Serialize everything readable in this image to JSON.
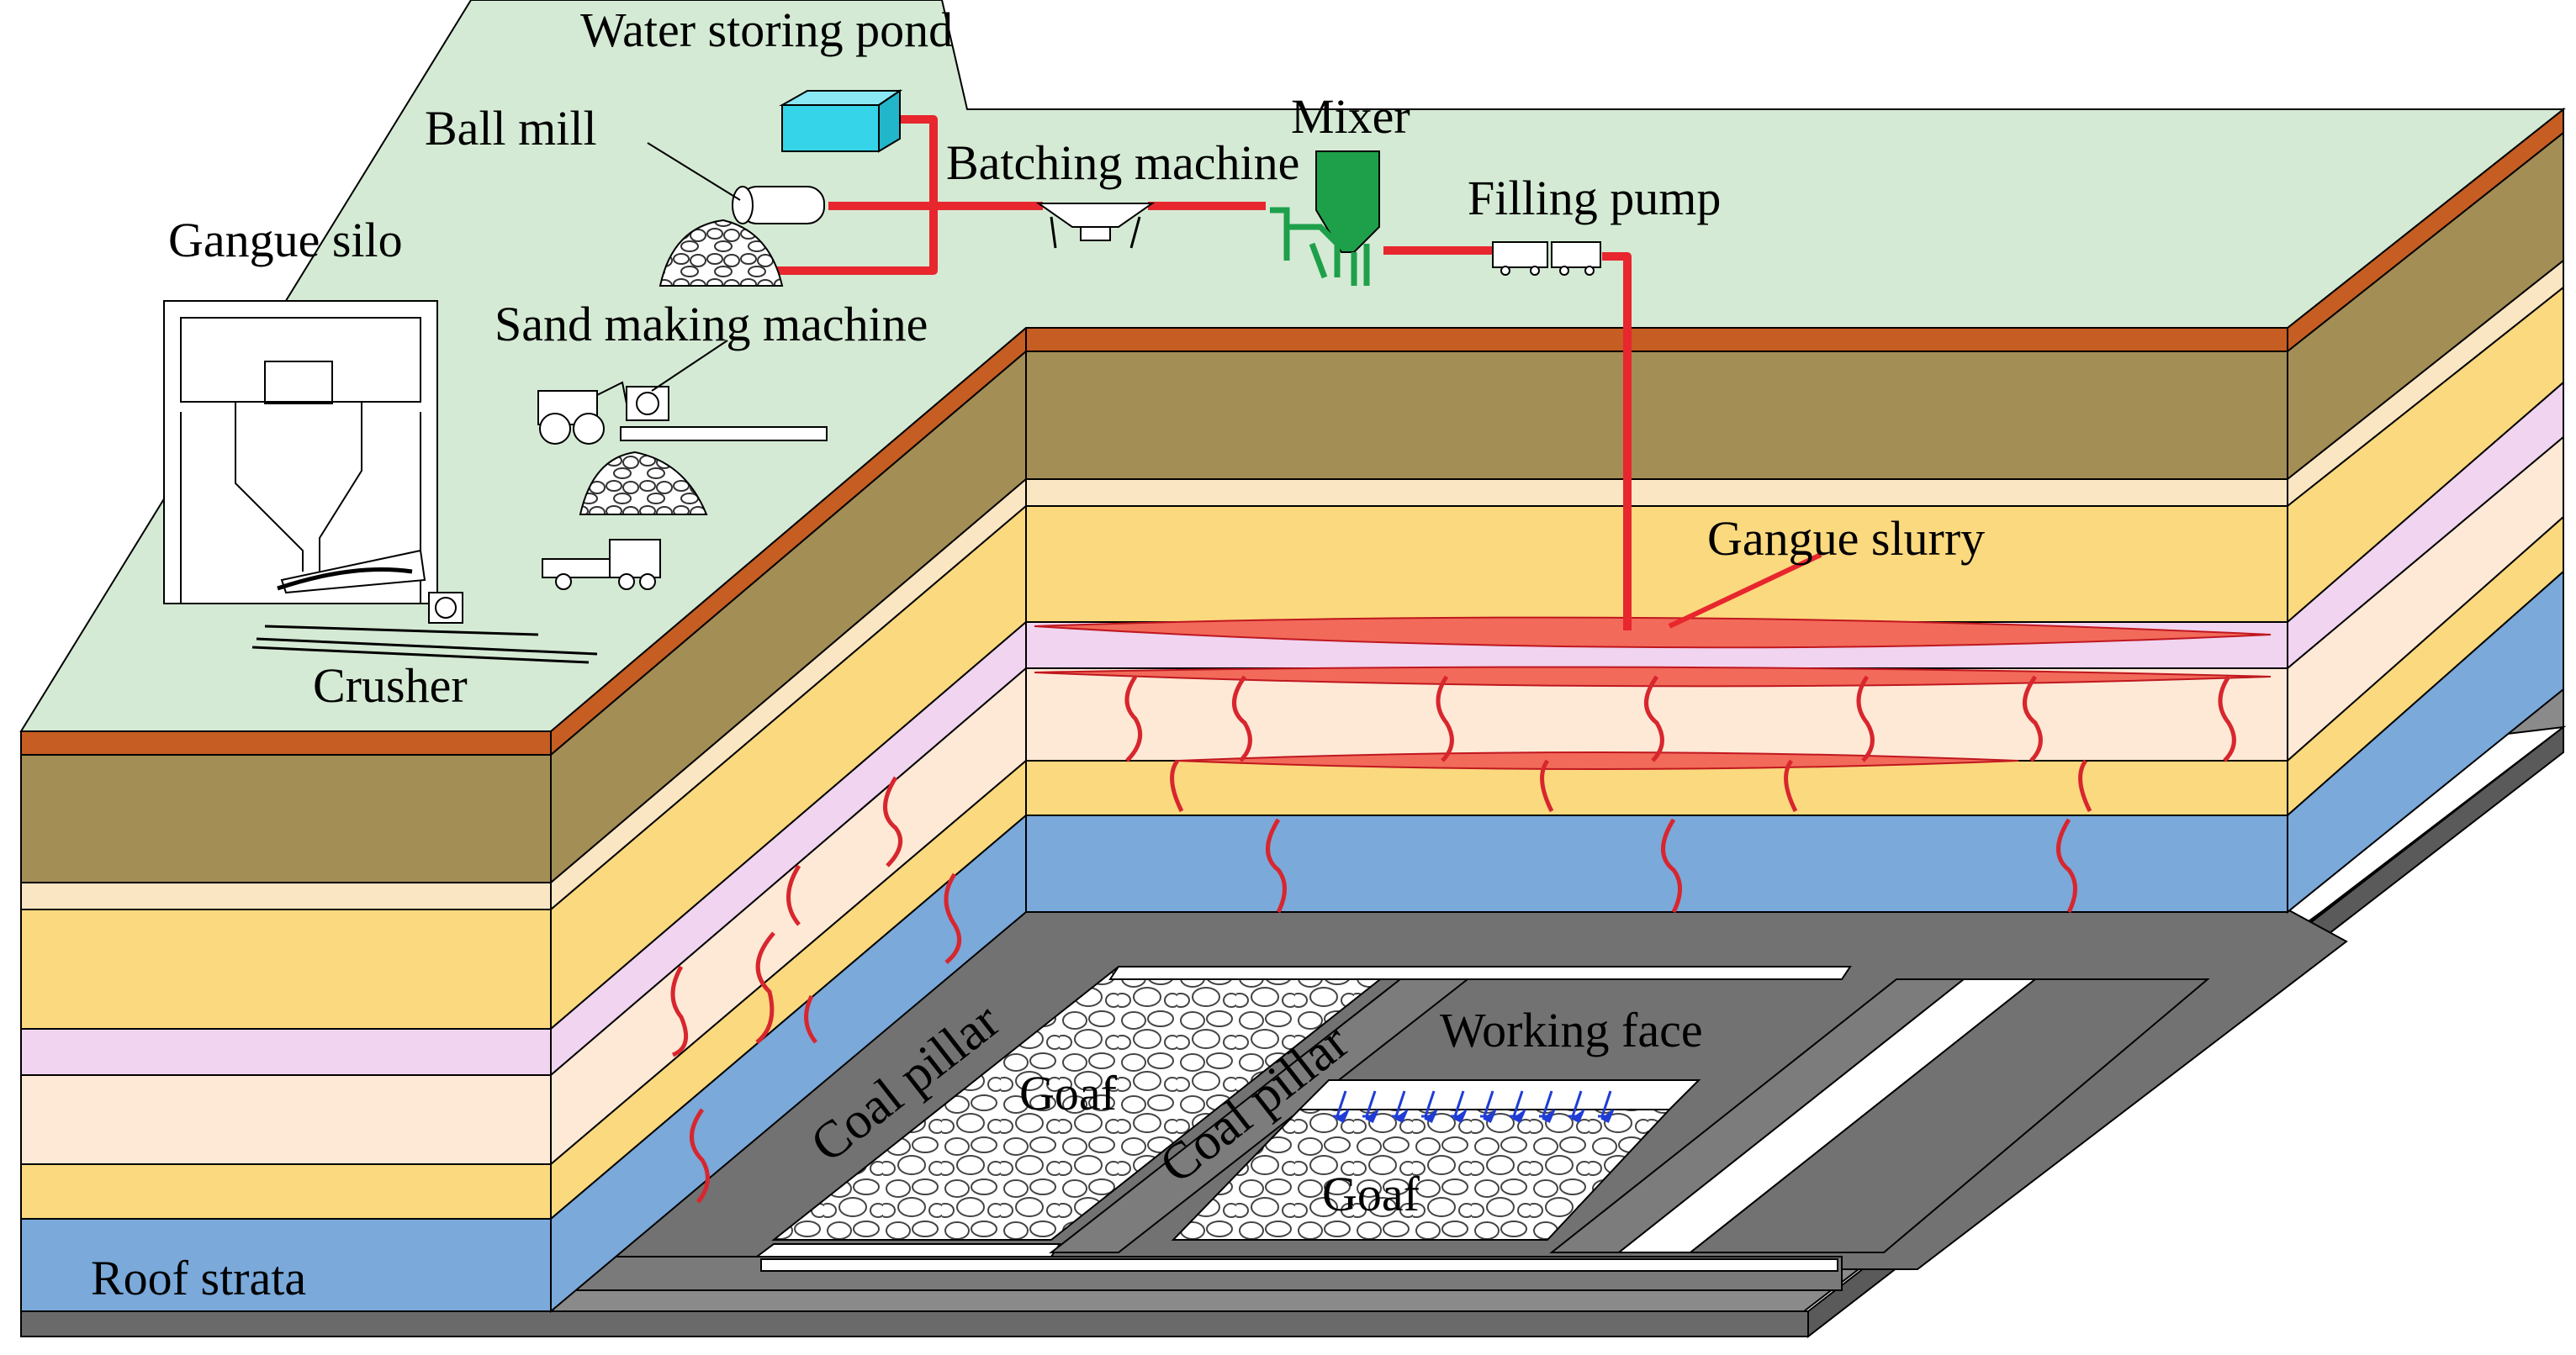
{
  "labels": {
    "water_storing_pond": "Water storing pond",
    "ball_mill": "Ball mill",
    "batching_machine": "Batching machine",
    "mixer": "Mixer",
    "filling_pump": "Filling pump",
    "gangue_silo": "Gangue silo",
    "sand_making_machine": "Sand making machine",
    "crusher": "Crusher",
    "gangue_slurry": "Gangue slurry",
    "coal_pillar_left": "Coal pillar",
    "coal_pillar_right": "Coal pillar",
    "goaf_left": "Goaf",
    "goaf_right": "Goaf",
    "working_face": "Working face",
    "roof_strata": "Roof strata"
  },
  "colors": {
    "surface": "#d4ead4",
    "soil_top": "#c65d22",
    "olive": "#a38e55",
    "cream": "#fbe6c4",
    "yellow": "#fbd97e",
    "lavender": "#f0d4f0",
    "peach": "#fde9d6",
    "blue": "#7aa9da",
    "slurry": "#e8262e",
    "coal_seam": "#6e6e6e",
    "floor": "#777777",
    "goaf": "#ffffff",
    "pond": "#35d4e8",
    "mixer": "#1ea04a",
    "hydraulic_supports": "#1f3cd6"
  }
}
